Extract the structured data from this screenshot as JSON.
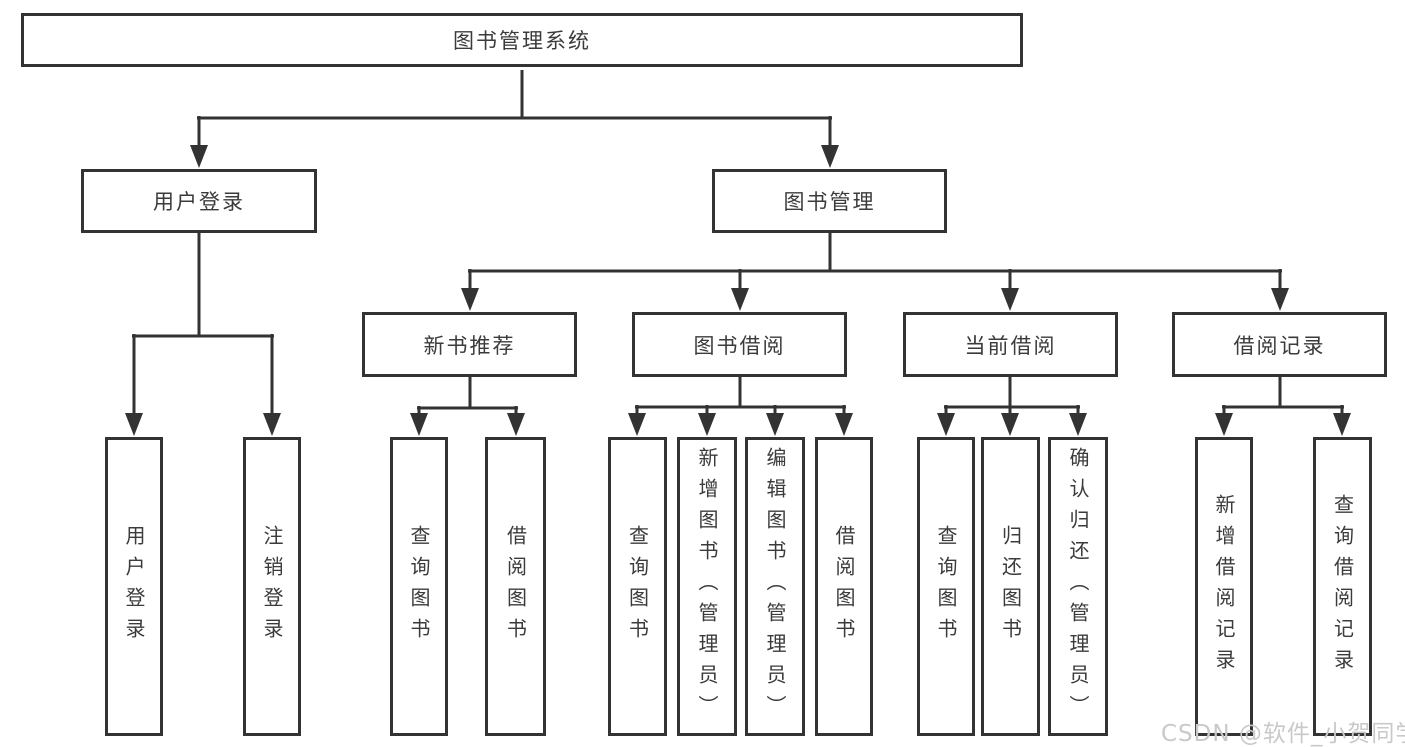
{
  "diagram": {
    "root": {
      "label": "图书管理系统"
    },
    "level2": [
      {
        "label": "用户登录",
        "children": [
          {
            "label": "用户登录"
          },
          {
            "label": "注销登录"
          }
        ]
      },
      {
        "label": "图书管理",
        "children": [
          {
            "label": "新书推荐",
            "children": [
              {
                "label": "查询图书"
              },
              {
                "label": "借阅图书"
              }
            ]
          },
          {
            "label": "图书借阅",
            "children": [
              {
                "label": "查询图书"
              },
              {
                "label": "新增图书（管理员）"
              },
              {
                "label": "编辑图书（管理员）"
              },
              {
                "label": "借阅图书"
              }
            ]
          },
          {
            "label": "当前借阅",
            "children": [
              {
                "label": "查询图书"
              },
              {
                "label": "归还图书"
              },
              {
                "label": "确认归还（管理员）"
              }
            ]
          },
          {
            "label": "借阅记录",
            "children": [
              {
                "label": "新增借阅记录"
              },
              {
                "label": "查询借阅记录"
              }
            ]
          }
        ]
      }
    ]
  },
  "watermark": {
    "text": "CSDN @软件_小贺同学"
  },
  "colors": {
    "line": "#333333",
    "box_border": "#333333",
    "text": "#3b3b3b",
    "background": "#ffffff",
    "watermark": "#c9c9c9"
  }
}
